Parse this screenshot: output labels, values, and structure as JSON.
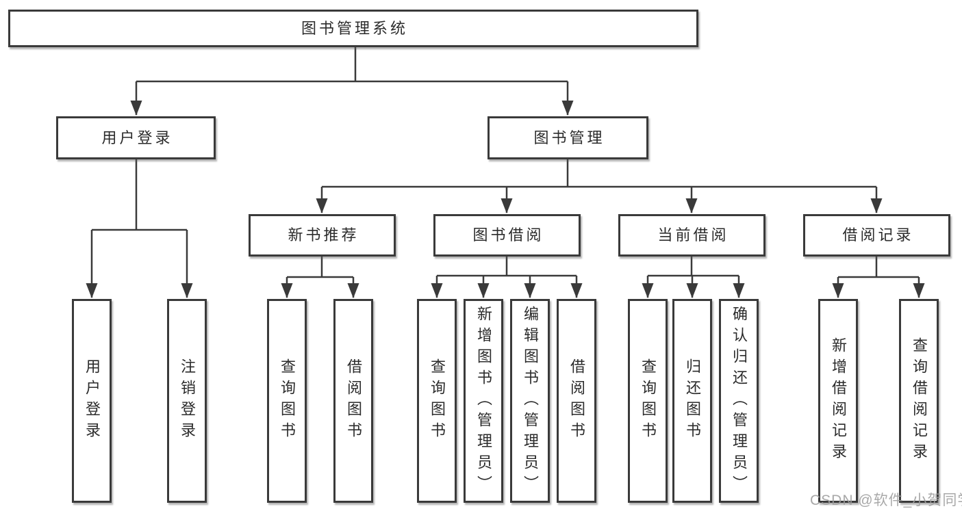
{
  "diagram": {
    "root": "图书管理系统",
    "children": [
      {
        "label": "用户登录",
        "children": [
          {
            "label": "用户登录"
          },
          {
            "label": "注销登录"
          }
        ]
      },
      {
        "label": "图书管理",
        "children": [
          {
            "label": "新书推荐",
            "children": [
              {
                "label": "查询图书"
              },
              {
                "label": "借阅图书"
              }
            ]
          },
          {
            "label": "图书借阅",
            "children": [
              {
                "label": "查询图书"
              },
              {
                "label": "新增图书（管理员）"
              },
              {
                "label": "编辑图书（管理员）"
              },
              {
                "label": "借阅图书"
              }
            ]
          },
          {
            "label": "当前借阅",
            "children": [
              {
                "label": "查询图书"
              },
              {
                "label": "归还图书"
              },
              {
                "label": "确认归还（管理员）"
              }
            ]
          },
          {
            "label": "借阅记录",
            "children": [
              {
                "label": "新增借阅记录"
              },
              {
                "label": "查询借阅记录"
              }
            ]
          }
        ]
      }
    ]
  },
  "watermark": {
    "text": "CSDN @软件_小贺同学"
  },
  "colors": {
    "line": "#3a3a3a",
    "border": "#3a3a3a",
    "text": "#2b2b2b",
    "watermark": "#9e9e9e",
    "background": "#ffffff"
  }
}
